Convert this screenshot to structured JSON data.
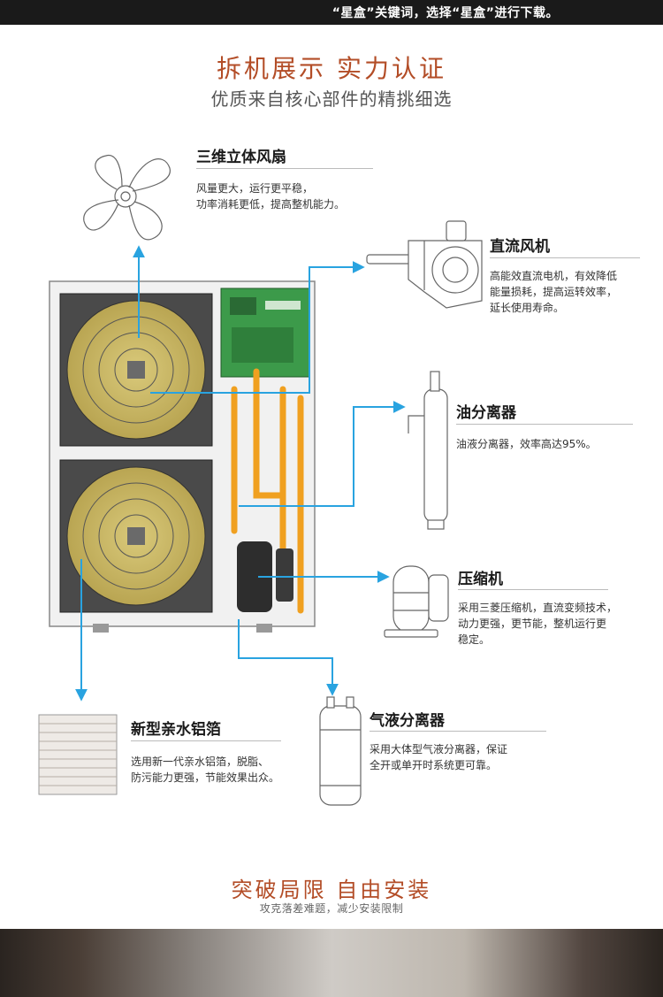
{
  "top_bar": {
    "text": "“星盒”关键词，选择“星盒”进行下载。"
  },
  "header": {
    "title": "拆机展示 实力认证",
    "subtitle": "优质来自核心部件的精挑细选"
  },
  "components": [
    {
      "title": "三维立体风扇",
      "desc": [
        "风量更大，运行更平稳，",
        "功率消耗更低，提高整机能力。"
      ]
    },
    {
      "title": "直流风机",
      "desc": [
        "高能效直流电机，有效降低",
        "能量损耗，提高运转效率，",
        "延长使用寿命。"
      ]
    },
    {
      "title": "油分离器",
      "desc": [
        "油液分离器，效率高达95%。"
      ]
    },
    {
      "title": "压缩机",
      "desc": [
        "采用三菱压缩机，直流变频技术，",
        "动力更强，更节能，整机运行更",
        "稳定。"
      ]
    },
    {
      "title": "新型亲水铝箔",
      "desc": [
        "选用新一代亲水铝箔，脱脂、",
        "防污能力更强，节能效果出众。"
      ]
    },
    {
      "title": "气液分离器",
      "desc": [
        "采用大体型气液分离器，保证",
        "全开或单开时系统更可靠。"
      ]
    }
  ],
  "footer": {
    "title": "突破局限 自由安装",
    "subtitle": "攻克落差难题，减少安装限制"
  },
  "colors": {
    "accent": "#b34d27",
    "arrow": "#29a3e0",
    "pipe": "#f0a020",
    "board": "#3c9a4a"
  }
}
